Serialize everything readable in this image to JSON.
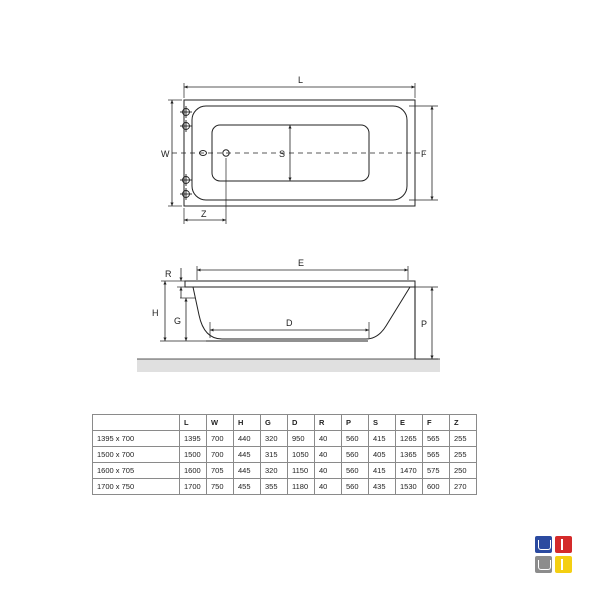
{
  "drawing": {
    "top_view": {
      "L": "L",
      "W": "W",
      "S": "S",
      "F": "F",
      "Z": "Z"
    },
    "side_view": {
      "E": "E",
      "R": "R",
      "H": "H",
      "G": "G",
      "D": "D",
      "P": "P"
    }
  },
  "table": {
    "headers": [
      "",
      "L",
      "W",
      "H",
      "G",
      "D",
      "R",
      "P",
      "S",
      "E",
      "F",
      "Z"
    ],
    "rows": [
      [
        "1395 x 700",
        "1395",
        "700",
        "440",
        "320",
        "950",
        "40",
        "560",
        "415",
        "1265",
        "565",
        "255"
      ],
      [
        "1500 x 700",
        "1500",
        "700",
        "445",
        "315",
        "1050",
        "40",
        "560",
        "405",
        "1365",
        "565",
        "255"
      ],
      [
        "1600 x 705",
        "1600",
        "705",
        "445",
        "320",
        "1150",
        "40",
        "560",
        "415",
        "1470",
        "575",
        "250"
      ],
      [
        "1700 x 750",
        "1700",
        "750",
        "455",
        "355",
        "1180",
        "40",
        "560",
        "435",
        "1530",
        "600",
        "270"
      ]
    ]
  },
  "badges": {
    "colors": [
      "#2b4aa0",
      "#d42a2a",
      "#8c8c8c",
      "#f4cf12"
    ],
    "icons": [
      "sink-icon",
      "heater-icon",
      "faucet-icon",
      "shower-icon"
    ]
  }
}
